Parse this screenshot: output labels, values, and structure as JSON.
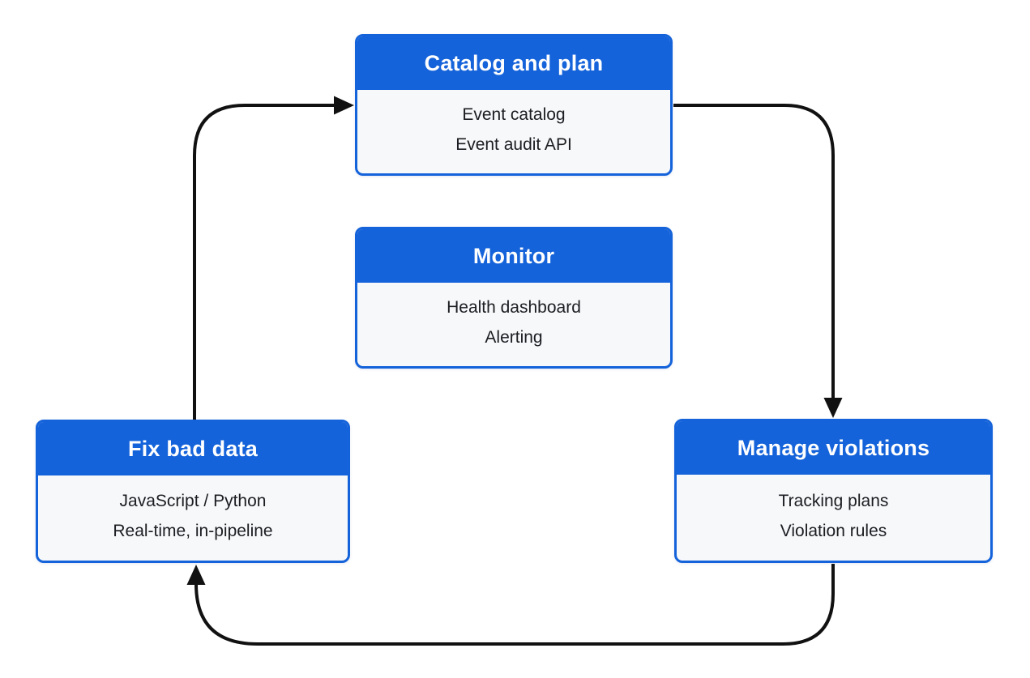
{
  "diagram": {
    "description": "Four-stage data governance cycle diagram",
    "colors": {
      "accent_blue": "#1563da",
      "node_body_bg": "#f7f8fa",
      "arrow_black": "#111111",
      "body_text": "#1b1d21",
      "header_text": "#ffffff"
    },
    "nodes": [
      {
        "id": "catalog",
        "title": "Catalog and plan",
        "items": [
          "Event catalog",
          "Event audit API"
        ]
      },
      {
        "id": "monitor",
        "title": "Monitor",
        "items": [
          "Health dashboard",
          "Alerting"
        ]
      },
      {
        "id": "fix",
        "title": "Fix bad data",
        "items": [
          "JavaScript / Python",
          "Real-time, in-pipeline"
        ]
      },
      {
        "id": "manage",
        "title": "Manage violations",
        "items": [
          "Tracking plans",
          "Violation rules"
        ]
      }
    ],
    "arrows": [
      {
        "from": "Fix bad data",
        "to": "Catalog and plan"
      },
      {
        "from": "Catalog and plan",
        "to": "Manage violations"
      },
      {
        "from": "Manage violations",
        "to": "Fix bad data"
      }
    ]
  }
}
